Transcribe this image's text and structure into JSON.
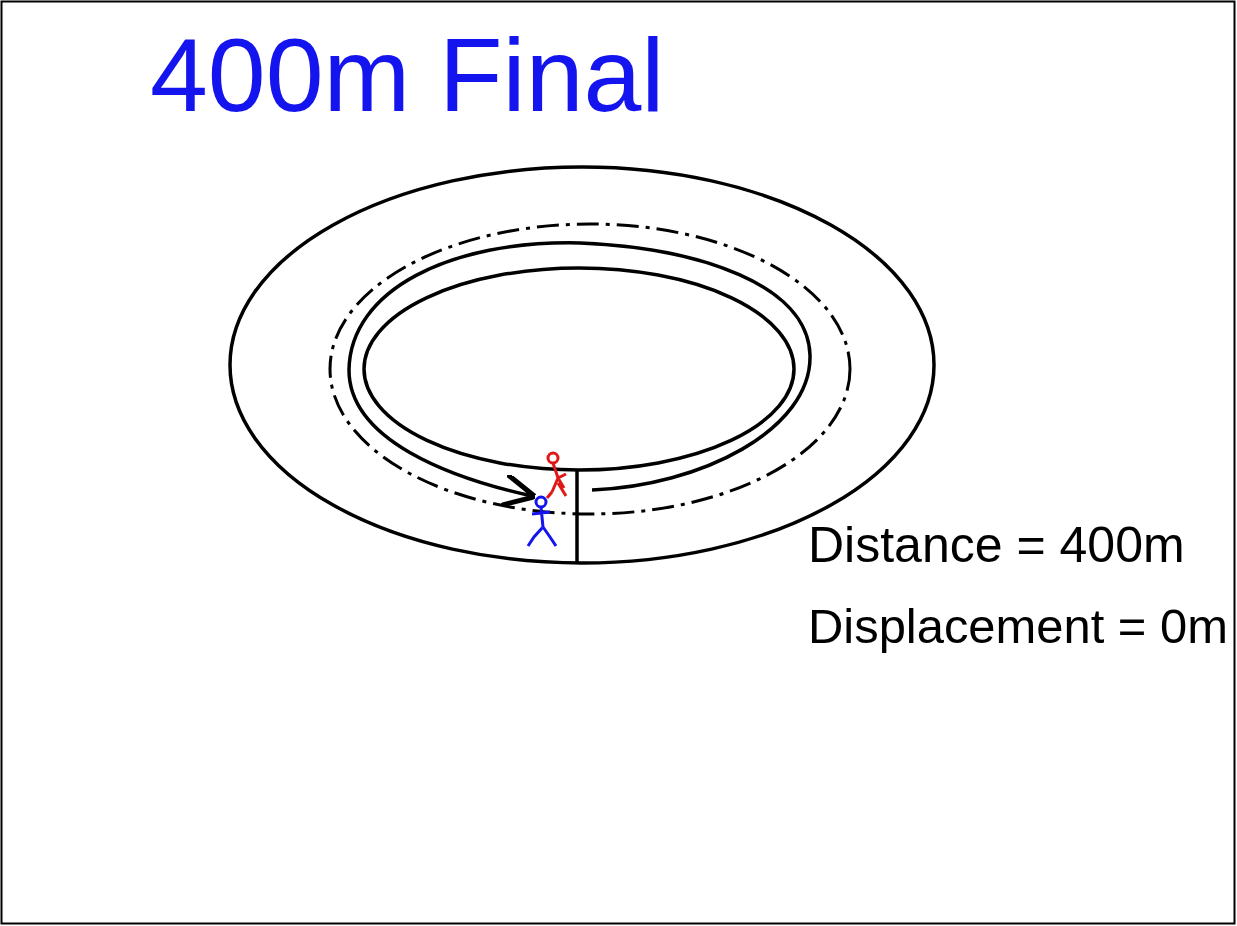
{
  "diagram": {
    "title": "400m Final",
    "labels": [
      "Distance = 400m",
      "Displacement = 0m"
    ]
  }
}
